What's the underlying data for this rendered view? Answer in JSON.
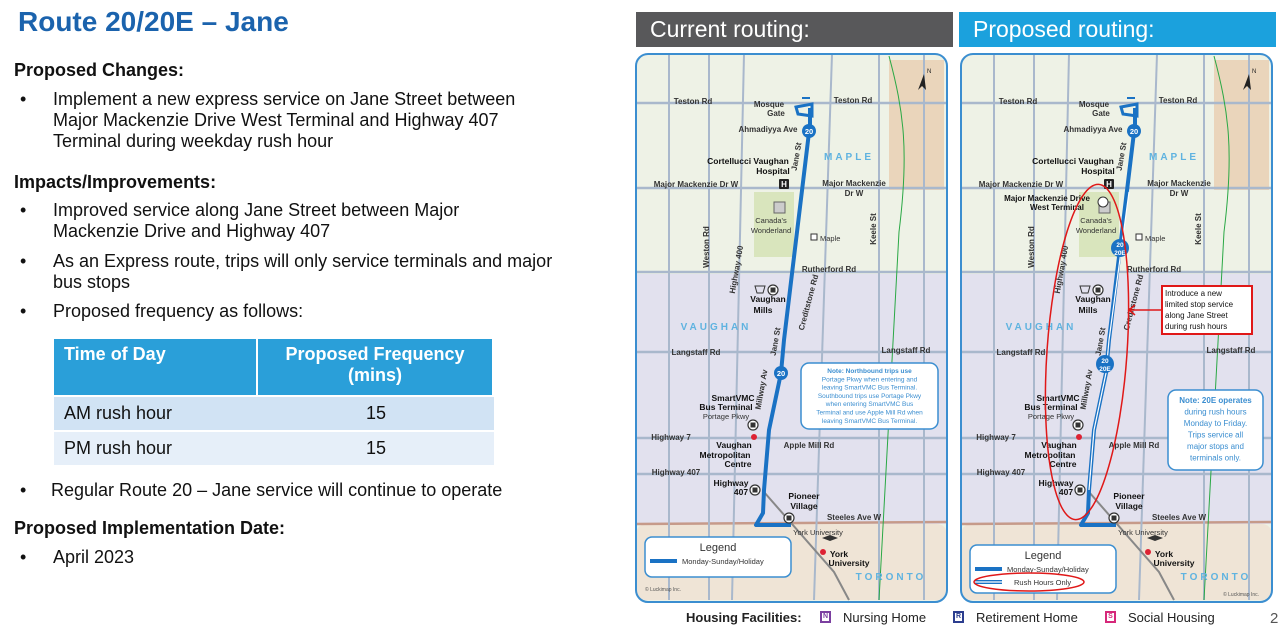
{
  "title": "Route 20/20E – Jane",
  "sections": {
    "changes": {
      "heading": "Proposed Changes:",
      "bullets": [
        "Implement a new express service on Jane Street between Major Mackenzie Drive West Terminal and Highway 407 Terminal during weekday rush hour"
      ]
    },
    "impacts": {
      "heading": "Impacts/Improvements:",
      "bullets": [
        "Improved service along Jane Street between Major Mackenzie Drive and Highway 407",
        "As an Express route, trips will only service terminals and major bus stops",
        "Proposed frequency as follows:"
      ]
    },
    "regular": "Regular Route 20 – Jane service will continue to operate",
    "implementation": {
      "heading": "Proposed Implementation Date:",
      "bullets": [
        "April 2023"
      ]
    }
  },
  "table": {
    "headers": [
      "Time of Day",
      "Proposed Frequency (mins)"
    ],
    "rows": [
      [
        "AM rush hour",
        "15"
      ],
      [
        "PM rush hour",
        "15"
      ]
    ]
  },
  "banners": {
    "current": "Current routing:",
    "proposed": "Proposed routing:"
  },
  "colors": {
    "title": "#1b63ad",
    "route": "#1a72c4",
    "table_header": "#2a9fd9",
    "banner_current": "#58585a",
    "banner_proposed": "#1ba1dd",
    "highlight": "#e01818"
  },
  "map_labels": {
    "teston_w": "Teston Rd",
    "teston_e": "Teston Rd",
    "mosque": "Mosque",
    "gate": "Gate",
    "ahmadiyya": "Ahmadiyya Ave",
    "jane_n": "Jane St",
    "maple_area": "MAPLE",
    "cortellucci": "Cortellucci Vaughan",
    "hospital": "Hospital",
    "mm_w": "Major Mackenzie Dr W",
    "mm_e": "Major Mackenzie",
    "mm_e2": "Dr W",
    "canadas": "Canada's",
    "wonderland": "Wonderland",
    "maple_stn": "Maple",
    "weston": "Weston Rd",
    "keele": "Keele St",
    "hwy400": "Highway 400",
    "rutherford": "Rutherford Rd",
    "vaughan": "Vaughan",
    "mills": "Mills",
    "creditstone": "Creditstone Rd",
    "vaughan_area": "VAUGHAN",
    "jane_s": "Jane St",
    "langstaff_w": "Langstaff Rd",
    "langstaff_e": "Langstaff Rd",
    "millway": "Millway Av",
    "smartvmc": "SmartVMC",
    "bus_terminal": "Bus Terminal",
    "portage": "Portage Pkwy",
    "hwy7": "Highway 7",
    "vmc1": "Vaughan",
    "vmc2": "Metropolitan",
    "vmc3": "Centre",
    "applemill": "Apple Mill Rd",
    "hwy407_w": "Highway 407",
    "hwy407_s1": "Highway",
    "hwy407_s2": "407",
    "pioneer": "Pioneer",
    "village": "Village",
    "steeles": "Steeles Ave W",
    "yorku_small": "York University",
    "york": "York",
    "university": "University",
    "toronto": "TORONTO",
    "credit": "© Luckimap Inc."
  },
  "current_map": {
    "badge": "20",
    "note": [
      "Note: Northbound trips use",
      "Portage Pkwy when entering and",
      "leaving SmartVMC Bus Terminal.",
      "Southbound trips use Portage Pkwy",
      "when entering SmartVMC Bus",
      "Terminal and use Apple Mill Rd when",
      "leaving SmartVMC Bus Terminal."
    ],
    "legend_title": "Legend",
    "legend_items": [
      "Monday-Sunday/Holiday"
    ]
  },
  "proposed_map": {
    "badge": "20",
    "badge_express": [
      "20",
      "20E"
    ],
    "terminal": [
      "Major Mackenzie Drive",
      "West Terminal"
    ],
    "callout": [
      "Introduce a new",
      "limited stop service",
      "along Jane Street",
      "during rush hours"
    ],
    "note": [
      "Note: 20E operates",
      "during rush hours",
      "Monday to Friday.",
      "Trips service all",
      "major stops and",
      "terminals only."
    ],
    "legend_title": "Legend",
    "legend_items": [
      "Monday-Sunday/Holiday",
      "Rush Hours Only"
    ]
  },
  "footer": {
    "label": "Housing Facilities:",
    "items": [
      {
        "label": "Nursing Home",
        "color": "#7b3fa0"
      },
      {
        "label": "Retirement Home",
        "color": "#2c3e8f"
      },
      {
        "label": "Social Housing",
        "color": "#d6287a"
      }
    ]
  },
  "page_number": "2"
}
